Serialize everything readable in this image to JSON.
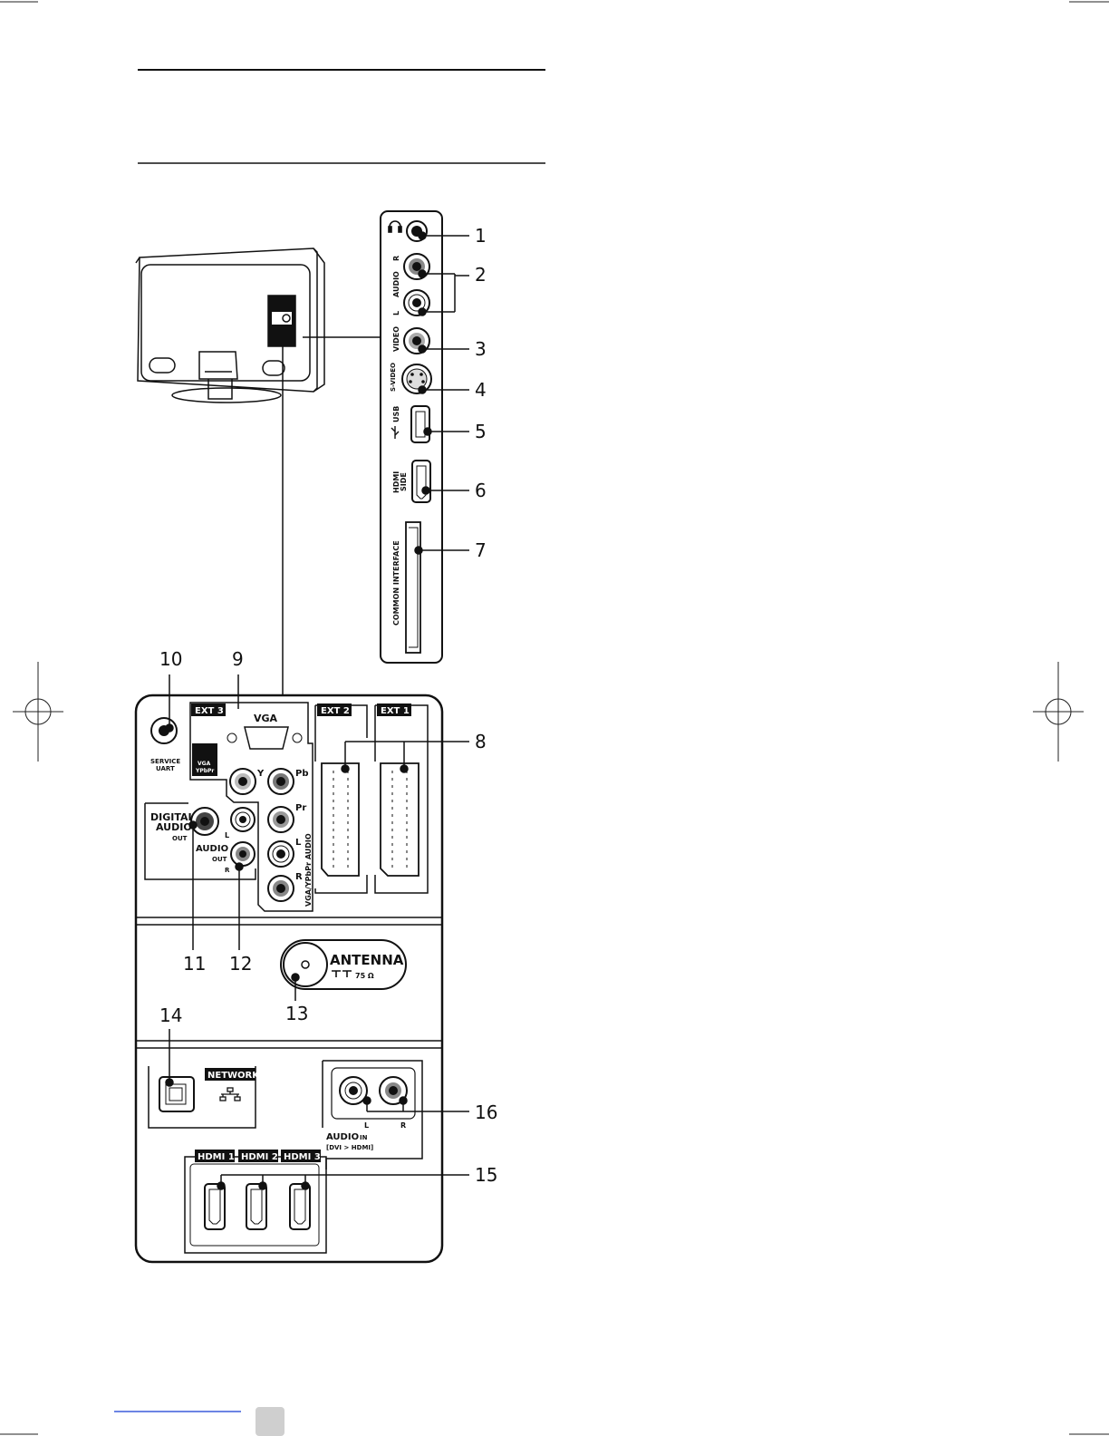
{
  "callouts": {
    "n1": "1",
    "n2": "2",
    "n3": "3",
    "n4": "4",
    "n5": "5",
    "n6": "6",
    "n7": "7",
    "n8": "8",
    "n9": "9",
    "n10": "10",
    "n11": "11",
    "n12": "12",
    "n13": "13",
    "n14": "14",
    "n15": "15",
    "n16": "16"
  },
  "side_panel": {
    "audio": "AUDIO",
    "r": "R",
    "l": "L",
    "video": "VIDEO",
    "svideo": "S-VIDEO",
    "usb": "USB",
    "hdmi": "HDMI",
    "side": "SIDE",
    "common_interface": "COMMON INTERFACE"
  },
  "rear_panel": {
    "ext3": "EXT 3",
    "ext2": "EXT 2",
    "ext1": "EXT 1",
    "vga": "VGA",
    "vga_ypbpr": "VGA",
    "ypbpr": "YPbPr",
    "service": "SERVICE",
    "uart": "UART",
    "y": "Y",
    "pb": "Pb",
    "pr": "Pr",
    "l": "L",
    "r": "R",
    "digital": "DIGITAL",
    "audio": "AUDIO",
    "out": "OUT",
    "audio_out": "AUDIO",
    "out2": "OUT",
    "vga_ypbpr_audio": "VGA/YPbPr  AUDIO",
    "antenna": "ANTENNA",
    "ohm": "75 Ω",
    "network": "NETWORK",
    "audio_in": "AUDIO",
    "in": "IN",
    "dvi_hdmi": "[DVI > HDMI]",
    "hdmi1": "HDMI 1",
    "hdmi2": "HDMI 2",
    "hdmi3": "HDMI 3"
  },
  "colors": {
    "ink": "#1a1a1a",
    "footer_link": "#3b5bdb",
    "footer_box": "#cfcfcf"
  }
}
